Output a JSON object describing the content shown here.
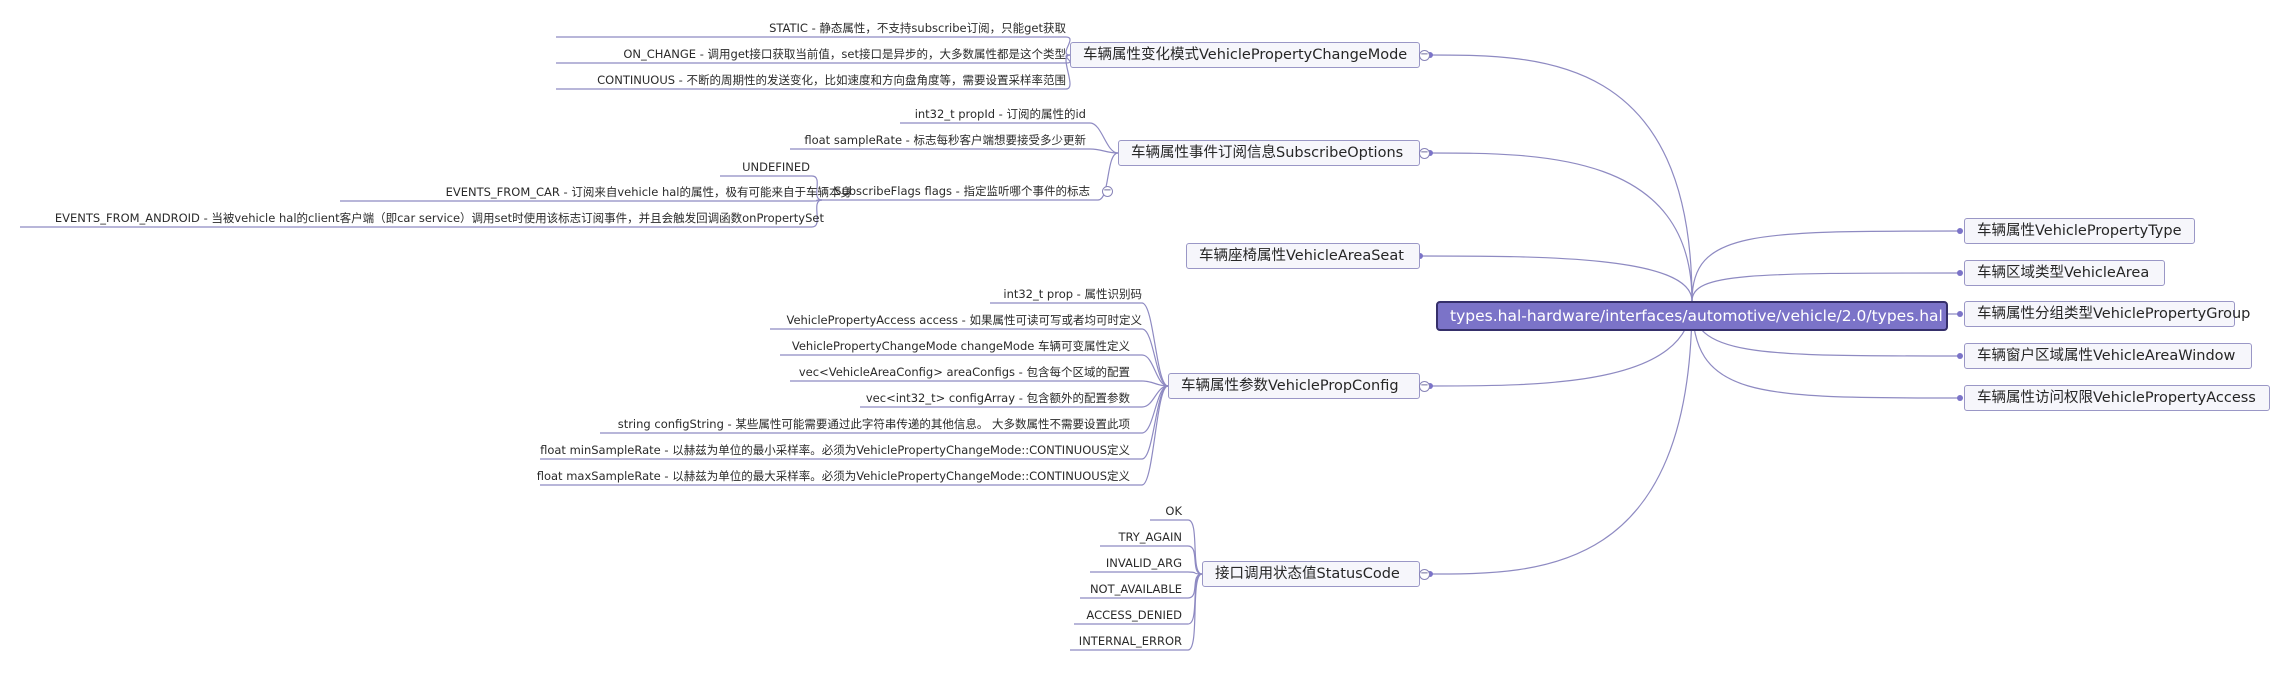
{
  "root": {
    "label": "types.hal-hardware/interfaces/automotive/vehicle/2.0/types.hal"
  },
  "right_branches": [
    "车辆属性VehiclePropertyType",
    "车辆区域类型VehicleArea",
    "车辆属性分组类型VehiclePropertyGroup",
    "车辆窗户区域属性VehicleAreaWindow",
    "车辆属性访问权限VehiclePropertyAccess"
  ],
  "left_branches": {
    "change_mode": {
      "label": "车辆属性变化模式VehiclePropertyChangeMode",
      "items": [
        "STATIC - 静态属性，不支持subscribe订阅，只能get获取",
        "ON_CHANGE - 调用get接口获取当前值，set接口是异步的，大多数属性都是这个类型",
        "CONTINUOUS - 不断的周期性的发送变化，比如速度和方向盘角度等，需要设置采样率范围"
      ]
    },
    "subscribe": {
      "label": "车辆属性事件订阅信息SubscribeOptions",
      "items": [
        "int32_t propId - 订阅的属性的id",
        "float sampleRate - 标志每秒客户端想要接受多少更新",
        "SubscribeFlags flags - 指定监听哪个事件的标志"
      ],
      "flags": [
        "UNDEFINED",
        "EVENTS_FROM_CAR - 订阅来自vehicle hal的属性，极有可能来自于车辆本身",
        "EVENTS_FROM_ANDROID - 当被vehicle hal的client客户端（即car service）调用set时使用该标志订阅事件，并且会触发回调函数onPropertySet"
      ]
    },
    "seat": {
      "label": "车辆座椅属性VehicleAreaSeat"
    },
    "prop_config": {
      "label": "车辆属性参数VehiclePropConfig",
      "items": [
        "int32_t prop - 属性识别码",
        "VehiclePropertyAccess access - 如果属性可读可写或者均可时定义",
        "VehiclePropertyChangeMode changeMode 车辆可变属性定义",
        "vec<VehicleAreaConfig> areaConfigs - 包含每个区域的配置",
        "vec<int32_t> configArray - 包含额外的配置参数",
        "string configString - 某些属性可能需要通过此字符串传递的其他信息。 大多数属性不需要设置此项",
        "float minSampleRate - 以赫兹为单位的最小采样率。必须为VehiclePropertyChangeMode::CONTINUOUS定义",
        "float maxSampleRate - 以赫兹为单位的最大采样率。必须为VehiclePropertyChangeMode::CONTINUOUS定义"
      ]
    },
    "status": {
      "label": "接口调用状态值StatusCode",
      "items": [
        "OK",
        "TRY_AGAIN",
        "INVALID_ARG",
        "NOT_AVAILABLE",
        "ACCESS_DENIED",
        "INTERNAL_ERROR"
      ]
    }
  },
  "colors": {
    "line": "#8e8ac2",
    "root_fill": "#7b73c8",
    "root_border": "#352f6a",
    "node_fill": "#f6f6fb",
    "node_border": "#9a97c6"
  }
}
